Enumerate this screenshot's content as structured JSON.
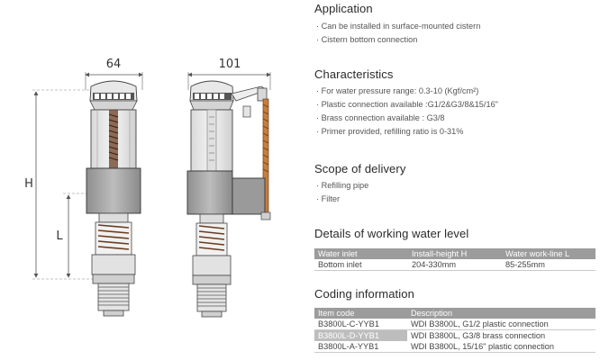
{
  "drawings": {
    "front_width": "64",
    "side_width": "101",
    "dim_height": "H",
    "dim_length": "L"
  },
  "application": {
    "title": "Application",
    "items": [
      "Can be installed in surface-mounted cistern",
      "Cistern bottom connection"
    ]
  },
  "characteristics": {
    "title": "Characteristics",
    "items": [
      "For water pressure range: 0.3-10 (Kgf/cm²)",
      "Plastic connection available :G1/2&G3/8&15/16\"",
      "Brass connection available : G3/8",
      "Primer provided, refilling ratio is 0-31%"
    ]
  },
  "scope": {
    "title": "Scope of delivery",
    "items": [
      "Refilling pipe",
      "Filter"
    ]
  },
  "working": {
    "title": "Details of working water level",
    "headers": [
      "Water inlet",
      "Install-height H",
      "Water work-line L"
    ],
    "row": [
      "Bottom inlet",
      "204-330mm",
      "85-255mm"
    ]
  },
  "coding": {
    "title": "Coding information",
    "headers": [
      "Item code",
      "Description"
    ],
    "rows": [
      [
        "B3800L-C-YYB1",
        "WDI B3800L, G1/2 plastic connection"
      ],
      [
        "B3800L-D-YYB1",
        "WDI B3800L, G3/8 brass connection"
      ],
      [
        "B3800L-A-YYB1",
        "WDI B3800L, 15/16\" plastic connection"
      ]
    ]
  }
}
